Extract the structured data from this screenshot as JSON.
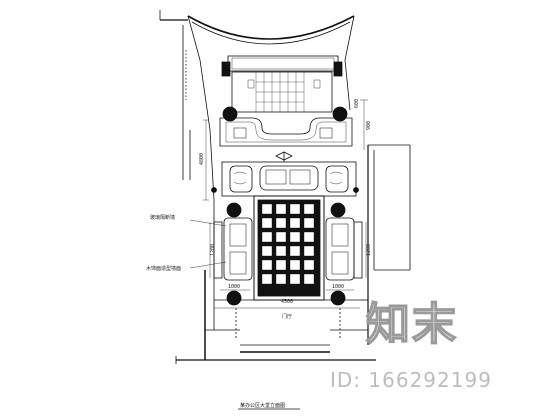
{
  "drawing": {
    "caption": "某办公区大堂立面图"
  },
  "dimensions": {
    "top_right": "600",
    "right_upper": "900",
    "left_upper": "4800",
    "left_mid": "1200",
    "right_mid": "1200",
    "bottom_center": "4500",
    "bottom_left": "1000",
    "bottom_right": "1000",
    "entry": "门厅"
  },
  "annotations": {
    "left_top": "玻璃隔断墙",
    "left_mid": "木饰面造型墙面"
  },
  "watermark": {
    "logo": "知末",
    "id": "ID: 166292199"
  }
}
